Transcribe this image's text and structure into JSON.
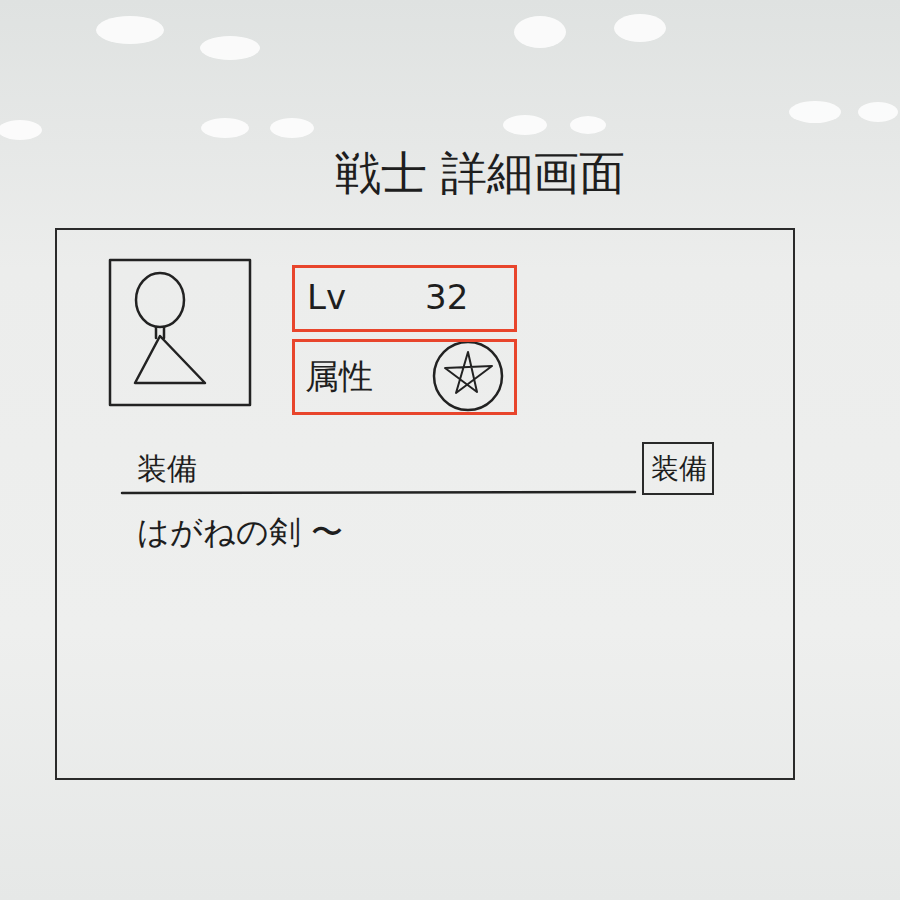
{
  "diagram": {
    "title": "戦士 詳細画面",
    "nodes": [
      {
        "text": [
          "装備",
          "はがねの剣 〜"
        ]
      },
      {
        "text": [
          "Lv",
          "32"
        ],
        "in": 0
      },
      {
        "text": [
          "属性"
        ],
        "in": 0
      },
      {
        "text": [
          "装備"
        ],
        "in": 0
      }
    ]
  }
}
